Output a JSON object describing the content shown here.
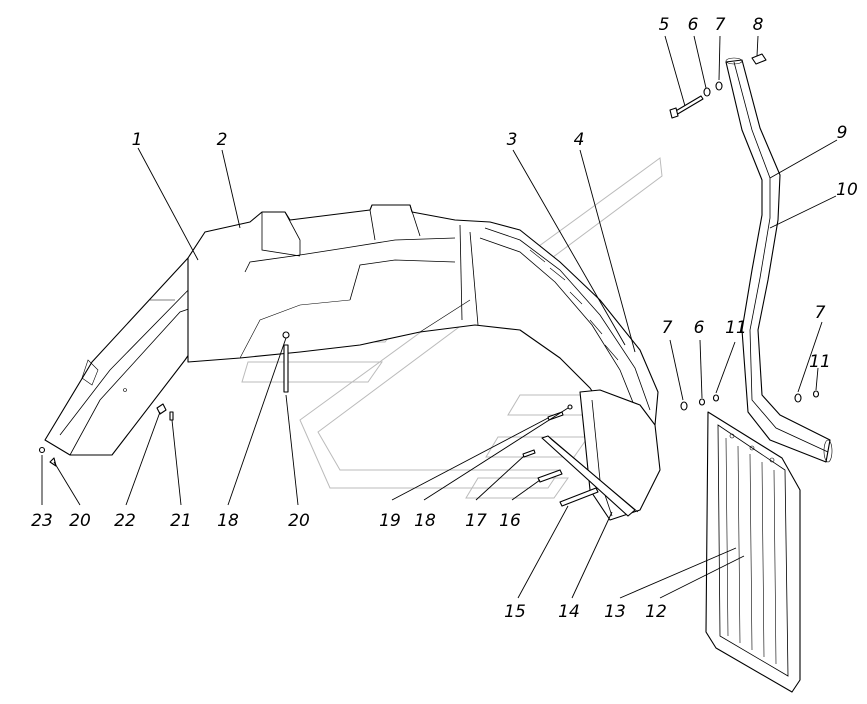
{
  "callouts": [
    {
      "id": "c1",
      "label": "1"
    },
    {
      "id": "c2",
      "label": "2"
    },
    {
      "id": "c3",
      "label": "3"
    },
    {
      "id": "c4",
      "label": "4"
    },
    {
      "id": "c5",
      "label": "5"
    },
    {
      "id": "c6a",
      "label": "6"
    },
    {
      "id": "c7a",
      "label": "7"
    },
    {
      "id": "c8",
      "label": "8"
    },
    {
      "id": "c9",
      "label": "9"
    },
    {
      "id": "c10",
      "label": "10"
    },
    {
      "id": "c7b",
      "label": "7"
    },
    {
      "id": "c6b",
      "label": "6"
    },
    {
      "id": "c11a",
      "label": "11"
    },
    {
      "id": "c7c",
      "label": "7"
    },
    {
      "id": "c11b",
      "label": "11"
    },
    {
      "id": "c23",
      "label": "23"
    },
    {
      "id": "c20a",
      "label": "20"
    },
    {
      "id": "c22",
      "label": "22"
    },
    {
      "id": "c21",
      "label": "21"
    },
    {
      "id": "c18a",
      "label": "18"
    },
    {
      "id": "c20b",
      "label": "20"
    },
    {
      "id": "c19",
      "label": "19"
    },
    {
      "id": "c18b",
      "label": "18"
    },
    {
      "id": "c17",
      "label": "17"
    },
    {
      "id": "c16",
      "label": "16"
    },
    {
      "id": "c15",
      "label": "15"
    },
    {
      "id": "c14",
      "label": "14"
    },
    {
      "id": "c13",
      "label": "13"
    },
    {
      "id": "c12",
      "label": "12"
    }
  ],
  "colors": {
    "line": "#000000",
    "watermark": "#bbbbbb",
    "background": "#ffffff"
  }
}
